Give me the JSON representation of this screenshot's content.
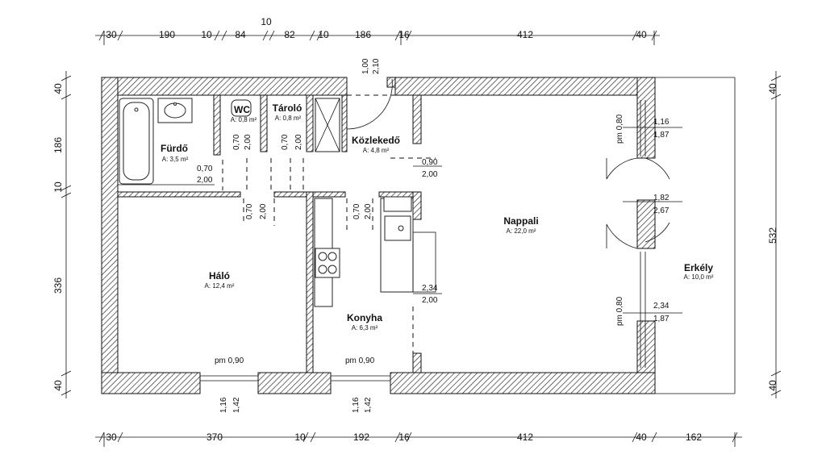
{
  "dimensions": {
    "top": [
      "30",
      "190",
      "10",
      "84",
      "10",
      "82",
      "10",
      "186",
      "16",
      "412",
      "40"
    ],
    "bottom": [
      "30",
      "370",
      "10",
      "192",
      "16",
      "412",
      "40",
      "162"
    ],
    "left": [
      "40",
      "186",
      "10",
      "336",
      "40"
    ],
    "right": [
      "40",
      "532",
      "40"
    ]
  },
  "rooms": {
    "furdo": {
      "name": "Fürdő",
      "area": "A: 3,5 m²"
    },
    "wc": {
      "name": "WC",
      "area": "A: 0,8 m²"
    },
    "tarolo": {
      "name": "Tároló",
      "area": "A: 0,8 m²"
    },
    "kozlekedo": {
      "name": "Közlekedő",
      "area": "A: 4,8 m²"
    },
    "halo": {
      "name": "Háló",
      "area": "A: 12,4 m²"
    },
    "konyha": {
      "name": "Konyha",
      "area": "A: 6,3 m²"
    },
    "nappali": {
      "name": "Nappali",
      "area": "A: 22,0 m²"
    },
    "erkely": {
      "name": "Erkély",
      "area": "A: 10,0 m²"
    }
  },
  "openings": {
    "entry_w": "1,00",
    "entry_h": "2,10",
    "bath_w": "0,70",
    "bath_h": "2,00",
    "wc_w": "0,70",
    "wc_h": "2,00",
    "storage_w": "0,70",
    "storage_h": "2,00",
    "bed_w": "0,70",
    "bed_h": "2,00",
    "kitchen_w": "0,70",
    "kitchen_h": "2,00",
    "living_w": "0,90",
    "living_h": "2,00",
    "kitchen_open_w": "2,34",
    "kitchen_open_h": "2,00",
    "win_top_pm": "pm 0,80",
    "win_top_w": "1,16",
    "win_top_h": "1,87",
    "balcony_w": "1,82",
    "balcony_h": "2,67",
    "win_bot_pm": "pm 0,80",
    "win_bot_w": "2,34",
    "win_bot_h": "1,87",
    "bed_pm": "pm 0,90",
    "bed_win_w": "1,16",
    "bed_win_h": "1,42",
    "kit_pm": "pm 0,90",
    "kit_win_w": "1,16",
    "kit_win_h": "1,42"
  }
}
